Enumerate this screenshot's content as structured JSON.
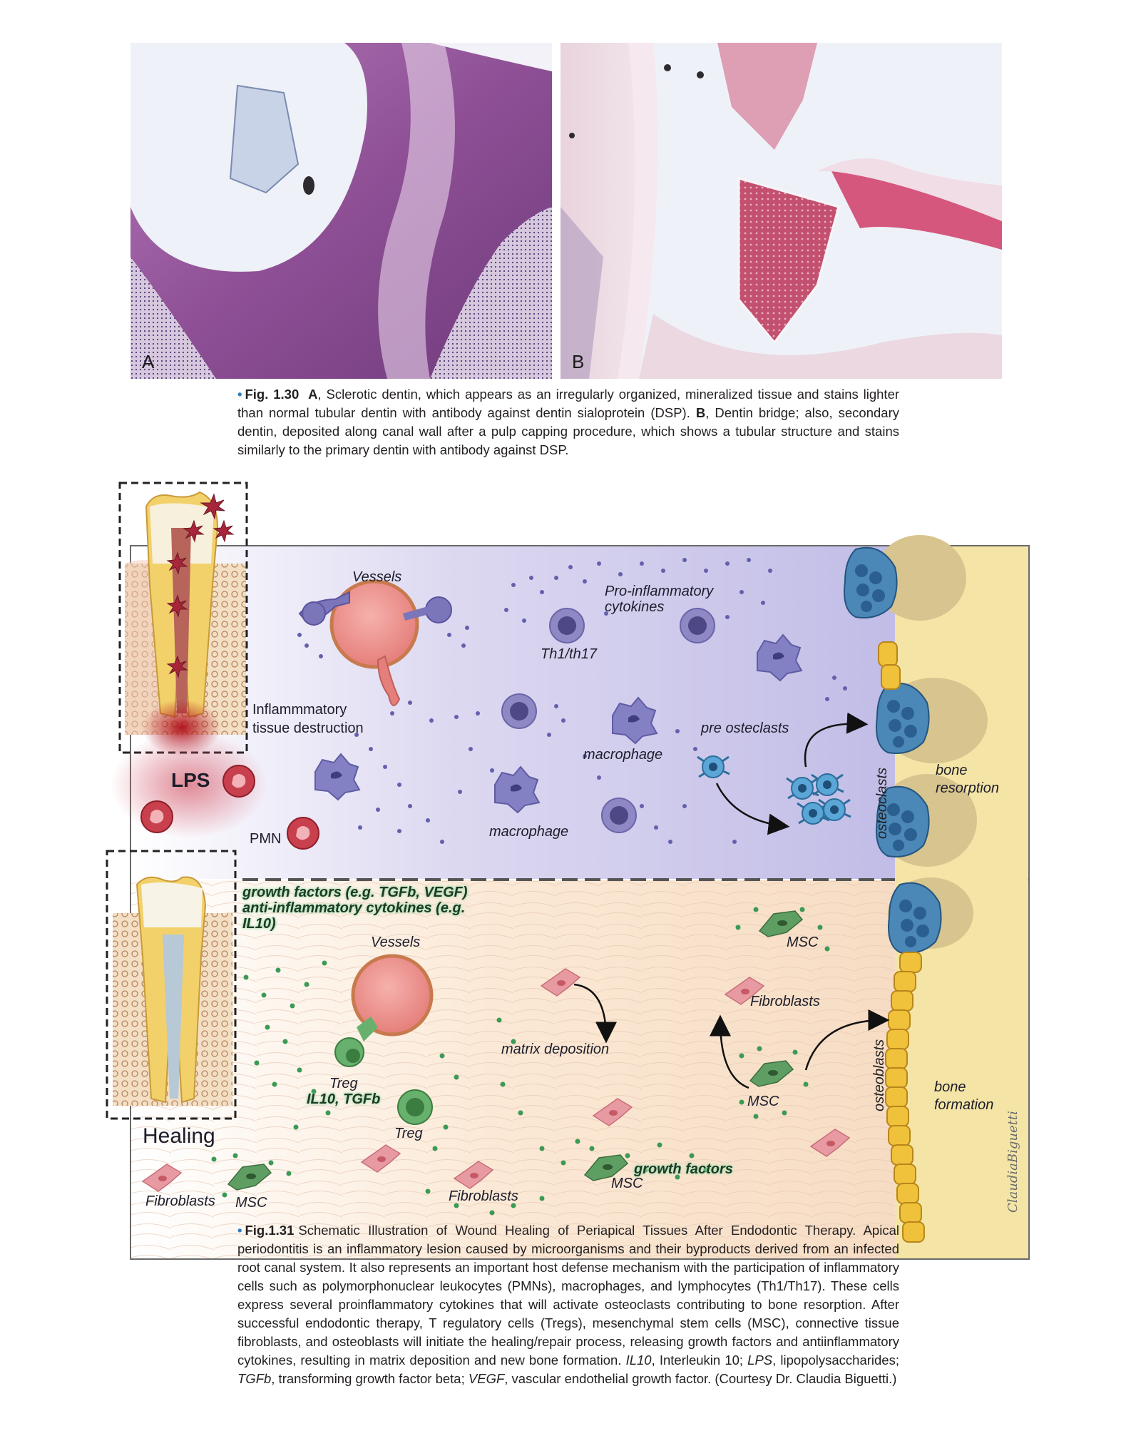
{
  "fig130": {
    "panel_a_label": "A",
    "panel_b_label": "B",
    "bullet": "•",
    "fig_number": "Fig. 1.30",
    "caption_a_letter": "A",
    "caption_a_text": ", Sclerotic dentin, which appears as an irregularly organized, mineralized tissue and stains lighter than normal tubular dentin with antibody against dentin sialoprotein (DSP). ",
    "caption_b_letter": "B",
    "caption_b_text": ", Dentin bridge; also, secondary dentin, deposited along canal wall after a pulp capping procedure, which shows a tubular structure and stains similarly to the primary dentin with antibody against DSP."
  },
  "fig131": {
    "labels": {
      "vessels_top": "Vessels",
      "pro_inflammatory": "Pro-inflammatory cytokines",
      "th1": "Th1/th17",
      "inflammatory": "Inflammmatory tissue destruction",
      "lps": "LPS",
      "pmn": "PMN",
      "macrophage_1": "macrophage",
      "macrophage_2": "macrophage",
      "pre_osteoclasts": "pre osteclasts",
      "osteoclasts": "osteoclasts",
      "bone_resorption": "bone resorption",
      "growth_factors_header": "growth factors (e.g. TGFb, VEGF) anti-inflammatory cytokines (e.g. IL10)",
      "vessels_bottom": "Vessels",
      "msc_top": "MSC",
      "fibroblasts_mid": "Fibroblasts",
      "matrix_deposition": "matrix deposition",
      "treg_1": "Treg",
      "il10_tgfb": "IL10, TGFb",
      "treg_2": "Treg",
      "msc_mid": "MSC",
      "osteoblasts": "osteoblasts",
      "bone_formation": "bone formation",
      "healing": "Healing",
      "growth_factors_bottom": "growth factors",
      "msc_bottom": "MSC",
      "fibroblasts_bottom": "Fibroblasts",
      "fibroblasts_left": "Fibroblasts",
      "msc_left": "MSC",
      "signature": "ClaudiaBiguetti"
    },
    "caption": {
      "bullet": "•",
      "fig_number": "Fig.1.31",
      "title": "Schematic Illustration of Wound Healing of Periapical Tissues After Endodontic Therapy.",
      "body_1": " Apical periodontitis is an inflammatory lesion caused by microorganisms and their byproducts derived from an infected root canal system. It also represents an important host defense mechanism with the participation of inflammatory cells such as polymorphonuclear leukocytes (PMNs), macrophages, and lymphocytes (Th1/Th17). These cells express several proinflammatory cytokines that will activate osteoclasts contributing to bone resorption. After successful endodontic therapy, T regulatory cells (Tregs), mesenchymal stem cells (MSC), connective tissue fibroblasts, and osteoblasts will initiate the healing/repair process, releasing growth factors and antiinflammatory cytokines, resulting in matrix deposition and new bone formation. ",
      "abbr_il10": "IL10",
      "body_2": ", Interleukin 10; ",
      "abbr_lps": "LPS",
      "body_3": ", lipopolysaccharides; ",
      "abbr_tgfb": "TGFb",
      "body_4": ", transforming growth factor beta; ",
      "abbr_vegf": "VEGF",
      "body_5": ", vascular endothelial growth factor. (Courtesy Dr. Claudia Biguetti.)"
    }
  },
  "colors": {
    "stain_purple": "#8e4f95",
    "stain_pink": "#c4587c",
    "inflammation_bg": "#c9c6ea",
    "healing_bg": "#f7dcc2",
    "bone": "#f4e5a6",
    "osteoclast": "#4b87b7",
    "osteoblast": "#f0c13a",
    "msc_green": "#5f9e63",
    "fibroblast_pink": "#e59aa1",
    "caption_bullet": "#2f7fc0"
  }
}
